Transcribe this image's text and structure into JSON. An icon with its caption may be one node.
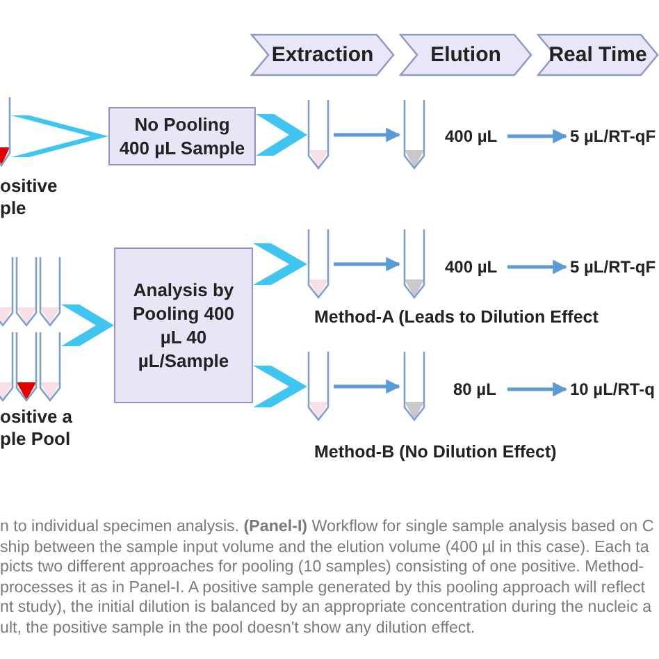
{
  "diagram": {
    "caption": "n to individual specimen analysis. **(Panel-I)** Workflow for single sample analysis based on C ship between the sample input volume and the elution volume (400 µl in this case). Each ta picts two different approaches for pooling (10 samples) consisting of one positive. Method- processes it as in Panel-I. A positive sample generated by this pooling approach will reflect nt study), the initial dilution is balanced by an appropriate concentration during the nucleic a ult, the positive sample in the pool doesn't show any dilution effect.",
    "nodes": [
      {
        "text": [
          "Extraction"
        ]
      },
      {
        "text": [
          "Elution"
        ]
      },
      {
        "text": [
          "Real Time"
        ]
      },
      {
        "text": [],
        "shape": "tube",
        "beside": [
          "ositive ple"
        ]
      },
      {
        "text": [
          "No Pooling 400 µL Sample"
        ]
      },
      {
        "text": [],
        "shape": "tube"
      },
      {
        "text": [],
        "shape": "tube"
      },
      {
        "text": [
          "400 µL"
        ]
      },
      {
        "text": [
          "5 µL/RT-qF"
        ]
      },
      {
        "text": [],
        "shape": "tubes",
        "beside": [
          "ositive a ple Pool"
        ]
      },
      {
        "text": [
          "Analysis by Pooling 400 µL 40 µL/Sample"
        ]
      },
      {
        "text": [],
        "shape": "tube"
      },
      {
        "text": [],
        "shape": "tube"
      },
      {
        "text": [
          "400 µL"
        ]
      },
      {
        "text": [
          "5 µL/RT-qF"
        ]
      },
      {
        "text": [],
        "shape": "tube"
      },
      {
        "text": [],
        "shape": "tube"
      },
      {
        "text": [
          "80 µL"
        ]
      },
      {
        "text": [
          "10 µL/RT-q"
        ]
      }
    ],
    "edges": [
      {
        "from": 3,
        "to": 4,
        "arrow": "to",
        "style": "thick",
        "color": "#40c4f0"
      },
      {
        "from": 4,
        "to": 5,
        "arrow": "to",
        "style": "thick",
        "color": "#40c4f0"
      },
      {
        "from": 5,
        "to": 6,
        "arrow": "to"
      },
      {
        "from": 7,
        "to": 8,
        "arrow": "to"
      },
      {
        "from": 9,
        "to": 10,
        "arrow": "to",
        "style": "thick",
        "color": "#40c4f0"
      },
      {
        "from": 10,
        "to": 11,
        "arrow": "to",
        "style": "thick",
        "color": "#40c4f0"
      },
      {
        "from": 10,
        "to": 15,
        "arrow": "to",
        "style": "thick",
        "color": "#40c4f0"
      },
      {
        "from": 11,
        "to": 12,
        "arrow": "to"
      },
      {
        "from": 13,
        "to": 14,
        "arrow": "to"
      },
      {
        "from": 15,
        "to": 16,
        "arrow": "to"
      },
      {
        "from": 17,
        "to": 18,
        "arrow": "to"
      }
    ],
    "labels": [
      "Method-A (Leads to Dilution Effect",
      "Method-B (No Dilution Effect)"
    ]
  }
}
